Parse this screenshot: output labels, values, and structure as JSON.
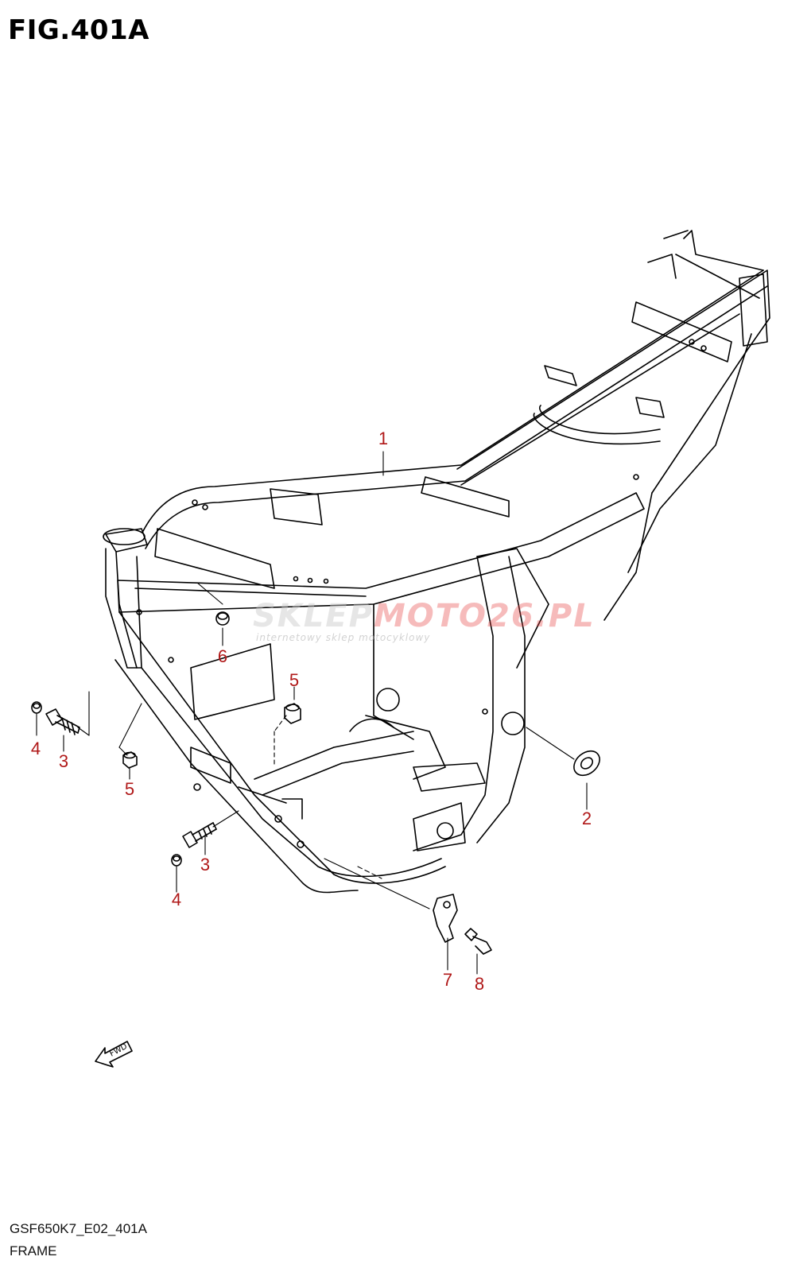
{
  "figure": {
    "title": "FIG.401A",
    "code": "GSF650K7_E02_401A",
    "name": "FRAME"
  },
  "callouts": {
    "c1": "1",
    "c2": "2",
    "c3a": "3",
    "c3b": "3",
    "c4a": "4",
    "c4b": "4",
    "c5a": "5",
    "c5b": "5",
    "c6": "6",
    "c7": "7",
    "c8": "8"
  },
  "fwd_label": "FWD",
  "watermark": {
    "brand_a": "SKLEP",
    "brand_b": "MOTO",
    "brand_c": "26.PL",
    "tagline": "internetowy sklep motocyklowy"
  },
  "colors": {
    "callout": "#b01818",
    "line": "#000000",
    "background": "#ffffff"
  }
}
